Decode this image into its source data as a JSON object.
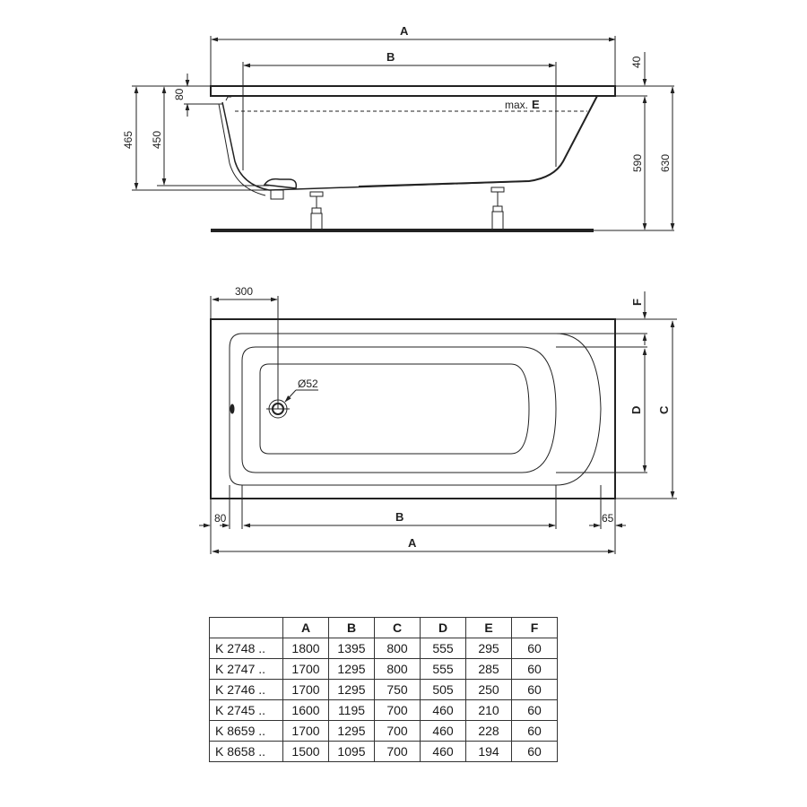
{
  "side_view": {
    "labels": {
      "overall_length": "A",
      "inner_length": "B",
      "max_water": "max.",
      "max_water_dim": "E",
      "rim_thickness": "40",
      "rim_to_overflow": "80",
      "overflow_height": "450",
      "outlet_height": "465",
      "inner_depth": "590",
      "total_height": "630"
    }
  },
  "top_view": {
    "labels": {
      "drain_offset": "300",
      "drain_diameter": "Ø52",
      "left_rim": "80",
      "right_rim": "65",
      "inner_length": "B",
      "overall_length": "A",
      "rim_width": "F",
      "inner_width": "D",
      "overall_width": "C"
    }
  },
  "spec_table": {
    "headers": [
      "",
      "A",
      "B",
      "C",
      "D",
      "E",
      "F"
    ],
    "rows": [
      {
        "model": "K 2748 ..",
        "A": "1800",
        "B": "1395",
        "C": "800",
        "D": "555",
        "E": "295",
        "F": "60"
      },
      {
        "model": "K 2747 ..",
        "A": "1700",
        "B": "1295",
        "C": "800",
        "D": "555",
        "E": "285",
        "F": "60"
      },
      {
        "model": "K 2746 ..",
        "A": "1700",
        "B": "1295",
        "C": "750",
        "D": "505",
        "E": "250",
        "F": "60"
      },
      {
        "model": "K 2745 ..",
        "A": "1600",
        "B": "1195",
        "C": "700",
        "D": "460",
        "E": "210",
        "F": "60"
      },
      {
        "model": "K 8659 ..",
        "A": "1700",
        "B": "1295",
        "C": "700",
        "D": "460",
        "E": "228",
        "F": "60"
      },
      {
        "model": "K 8658 ..",
        "A": "1500",
        "B": "1095",
        "C": "700",
        "D": "460",
        "E": "194",
        "F": "60"
      }
    ]
  }
}
